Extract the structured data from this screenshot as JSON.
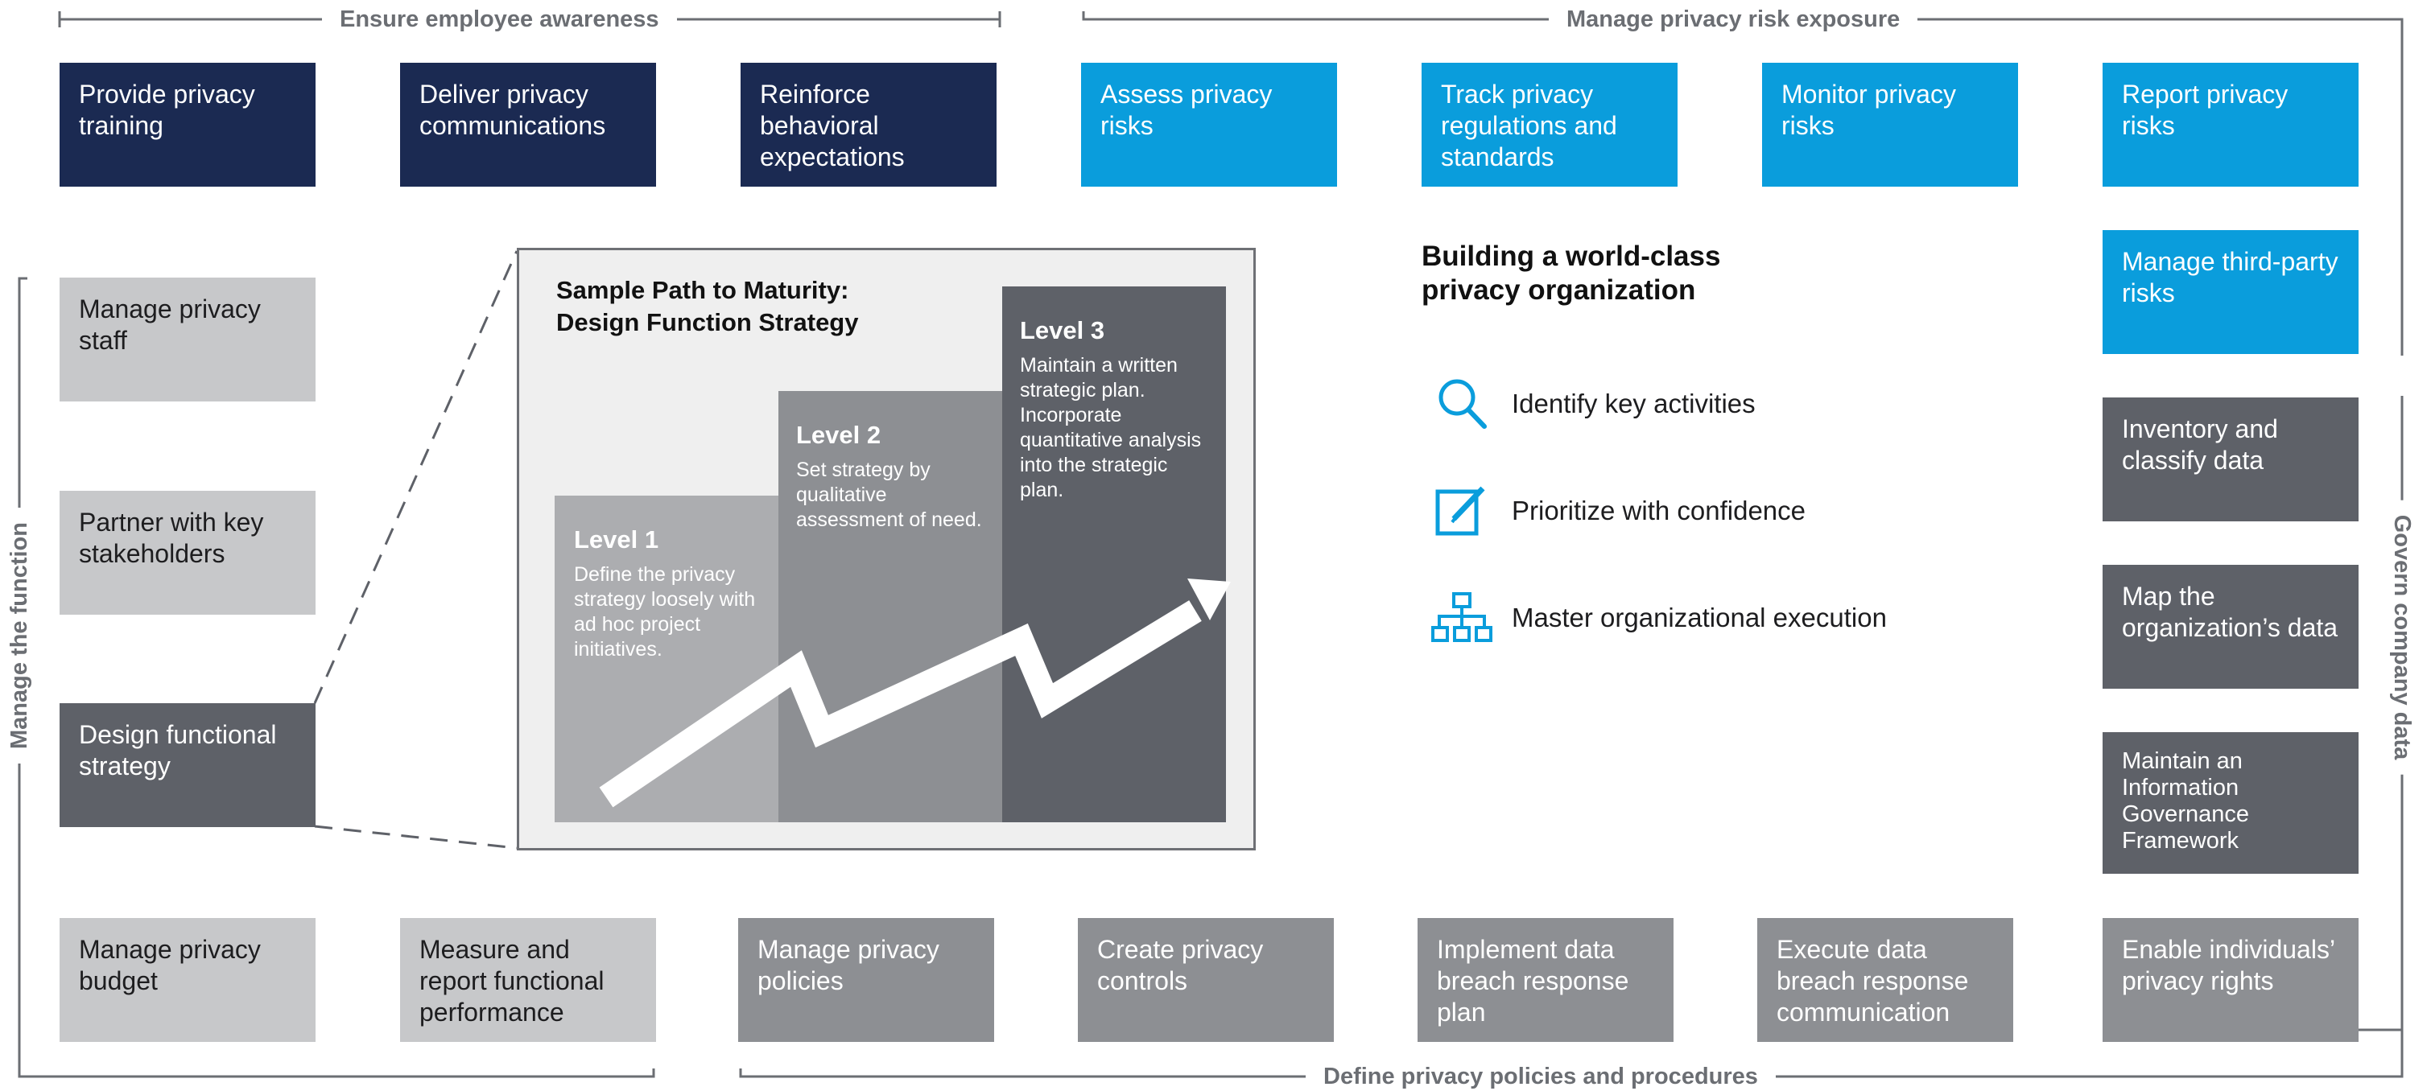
{
  "sections": {
    "top_left": "Ensure employee awareness",
    "top_right": "Manage privacy risk exposure",
    "left": "Manage the function",
    "right": "Govern company data",
    "bottom": "Define privacy policies and procedures"
  },
  "top_row": [
    {
      "label": "Provide privacy training"
    },
    {
      "label": "Deliver privacy communications"
    },
    {
      "label": "Reinforce behavioral expectations"
    },
    {
      "label": "Assess privacy risks"
    },
    {
      "label": "Track privacy regulations and standards"
    },
    {
      "label": "Monitor privacy risks"
    },
    {
      "label": "Report privacy risks"
    }
  ],
  "right_column": [
    {
      "label": "Manage third-party risks"
    },
    {
      "label": "Inventory and classify data"
    },
    {
      "label": "Map the organization’s data"
    },
    {
      "label": "Maintain an Information Governance Framework"
    }
  ],
  "left_column": [
    {
      "label": "Manage privacy staff"
    },
    {
      "label": "Partner with key stakeholders"
    },
    {
      "label": "Design functional strategy"
    }
  ],
  "bottom_row": [
    {
      "label": "Manage privacy budget"
    },
    {
      "label": "Measure and report functional performance"
    },
    {
      "label": "Manage privacy policies"
    },
    {
      "label": "Create privacy controls"
    },
    {
      "label": "Implement data breach response plan"
    },
    {
      "label": "Execute data breach response communication"
    },
    {
      "label": "Enable individuals’ privacy rights"
    }
  ],
  "maturity": {
    "title": "Sample Path to Maturity: Design Function Strategy",
    "levels": [
      {
        "level": "Level 1",
        "description": "Define the privacy strategy loosely with ad hoc project initiatives."
      },
      {
        "level": "Level 2",
        "description": "Set strategy by qualitative assessment of need."
      },
      {
        "level": "Level 3",
        "description": "Maintain a written strategic plan. Incorporate quantitative analysis into the strategic plan."
      }
    ]
  },
  "world_class": {
    "title": "Building a world-class privacy organization",
    "items": [
      {
        "icon": "magnifier-icon",
        "label": "Identify key activities"
      },
      {
        "icon": "edit-icon",
        "label": "Prioritize with confidence"
      },
      {
        "icon": "org-chart-icon",
        "label": "Master organizational execution"
      }
    ]
  },
  "colors": {
    "navy": "#1b2a52",
    "blue": "#0a9ddc",
    "light_gray": "#c7c8ca",
    "mid_gray": "#8d8f93",
    "dark_gray": "#5e6168",
    "line": "#6b6e73"
  }
}
